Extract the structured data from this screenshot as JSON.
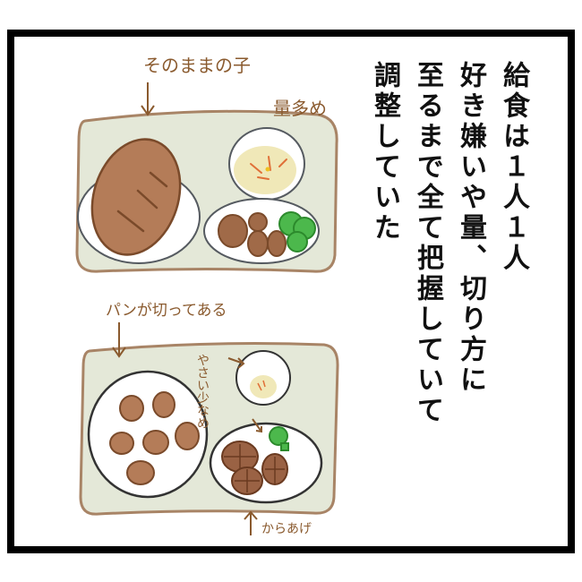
{
  "panel": {
    "narration": [
      "給食は１人１人",
      "好き嫌いや量、切り方に",
      "至るまで全て把握していて",
      "調整していた"
    ]
  },
  "top_tray": {
    "label_left": "そのままの子",
    "label_right": "量多め",
    "items": [
      "whole bread roll",
      "soup bowl",
      "side plate with meatballs and broccoli"
    ]
  },
  "bottom_tray": {
    "label_top": "パンが切ってある",
    "label_vertical": "やさい少なめ",
    "label_bottom": "からあげ",
    "items": [
      "plate of sliced bread pieces",
      "soup bowl (small portion)",
      "side plate with karaage and broccoli"
    ]
  },
  "colors": {
    "tray_fill": "#e4e8d8",
    "tray_border": "#a88466",
    "bread": "#b47c58",
    "bread_outline": "#7a4a2a",
    "soup": "#f0e8b8",
    "broccoli": "#4cb84c",
    "plate_outline": "#555a60",
    "handwriting": "#8a5a2e"
  }
}
